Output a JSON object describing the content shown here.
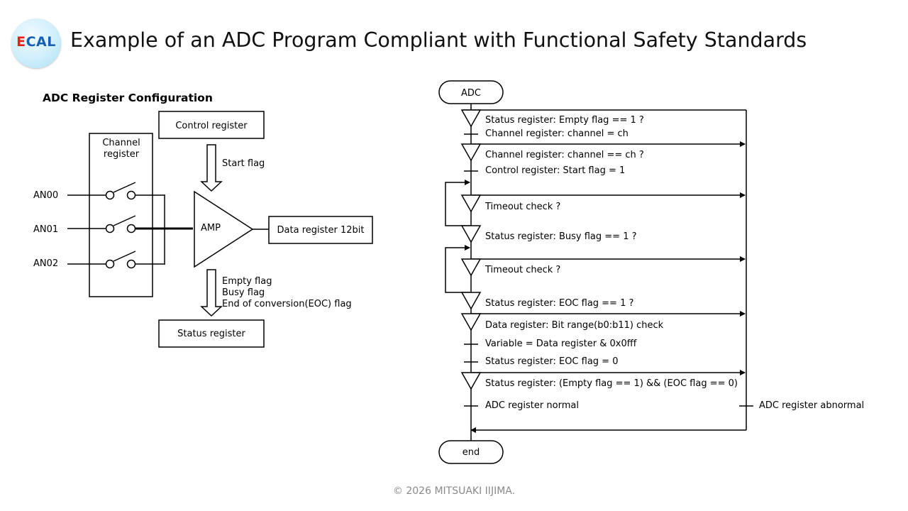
{
  "header": {
    "logo": {
      "letters": [
        "E",
        "C",
        "A",
        "L"
      ],
      "colors": [
        "#e0201b",
        "#1560b5",
        "#1560b5",
        "#1560b5"
      ]
    },
    "title": "Example of an ADC Program Compliant with Functional Safety Standards"
  },
  "register_diagram": {
    "heading": "ADC Register Configuration",
    "channel_register": [
      "Channel",
      "register"
    ],
    "control_register": "Control register",
    "start_flag": "Start flag",
    "inputs": [
      "AN00",
      "AN01",
      "AN02"
    ],
    "amp": "AMP",
    "data_register": "Data register 12bit",
    "status_flags": [
      "Empty flag",
      "Busy flag",
      "End of conversion(EOC) flag"
    ],
    "status_register": "Status register"
  },
  "flowchart": {
    "start": "ADC",
    "steps": [
      "Status register: Empty flag == 1 ?",
      "Channel register: channel = ch",
      "Channel register: channel == ch ?",
      "Control register: Start flag = 1",
      "Timeout check ?",
      "Status register: Busy flag == 1 ?",
      "Timeout check ?",
      "Status register: EOC flag == 1 ?",
      "Data register: Bit range(b0:b11) check",
      "Variable = Data register & 0x0fff",
      "Status register: EOC flag = 0",
      "Status register: (Empty flag == 1) && (EOC flag == 0)",
      "ADC register normal"
    ],
    "abnormal": "ADC register abnormal",
    "end": "end"
  },
  "footer": {
    "copyright": "© 2026 MITSUAKI IIJIMA."
  }
}
